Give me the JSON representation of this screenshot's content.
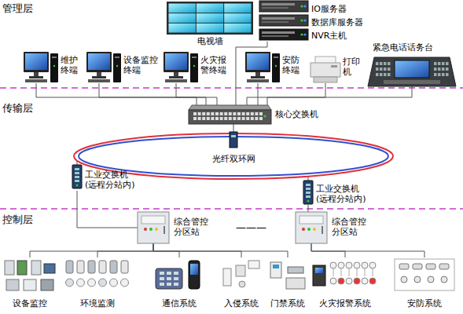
{
  "diagram": {
    "nodes": [
      {
        "text": [
          "电视墙"
        ]
      },
      {
        "text": [
          "IO服务器",
          "数据库服务器",
          "NVR主机"
        ]
      },
      {
        "text": [
          "维护 终端"
        ]
      },
      {
        "text": [
          "设备监控 终端"
        ]
      },
      {
        "text": [
          "火灾报 警终端"
        ]
      },
      {
        "text": [
          "安防 终端"
        ]
      },
      {
        "text": [
          "打印 机"
        ]
      },
      {
        "text": [
          "紧急电话话务台"
        ]
      },
      {
        "text": [
          "核心交换机"
        ]
      },
      {
        "text": [
          "光纤双环网"
        ]
      },
      {
        "text": [
          "工业交换机 (远程分站内)"
        ]
      },
      {
        "text": [
          "工业交换机 (远程分站内)"
        ]
      },
      {
        "text": [
          "综合管控 分区站"
        ]
      },
      {
        "text": [
          "综合管控 分区站"
        ]
      },
      {
        "text": [
          "设备监控"
        ]
      },
      {
        "text": [
          "环境监测"
        ]
      },
      {
        "text": [
          "通信系统"
        ]
      },
      {
        "text": [
          "入侵系统"
        ]
      },
      {
        "text": [
          "门禁系统"
        ]
      },
      {
        "text": [
          "火灾报警系统"
        ]
      },
      {
        "text": [
          "安防系统"
        ]
      }
    ],
    "edges": [
      {
        "from": 1,
        "to": 8,
        "arrow": "none"
      },
      {
        "from": 2,
        "to": 8,
        "arrow": "none"
      },
      {
        "from": 3,
        "to": 8,
        "arrow": "none"
      },
      {
        "from": 4,
        "to": 8,
        "arrow": "none"
      },
      {
        "from": 5,
        "to": 8,
        "arrow": "none"
      },
      {
        "from": 6,
        "to": 8,
        "arrow": "none"
      },
      {
        "from": 7,
        "to": 8,
        "arrow": "none"
      },
      {
        "from": 8,
        "to": 9,
        "arrow": "none"
      },
      {
        "from": 9,
        "to": 10,
        "arrow": "none"
      },
      {
        "from": 9,
        "to": 11,
        "arrow": "none"
      },
      {
        "from": 10,
        "to": 12,
        "arrow": "none"
      },
      {
        "from": 11,
        "to": 13,
        "arrow": "none"
      },
      {
        "from": 12,
        "to": 14,
        "arrow": "none"
      },
      {
        "from": 12,
        "to": 15,
        "arrow": "none"
      },
      {
        "from": 12,
        "to": 16,
        "arrow": "none"
      },
      {
        "from": 12,
        "to": 17,
        "arrow": "none"
      },
      {
        "from": 12,
        "to": 18,
        "arrow": "none"
      },
      {
        "from": 13,
        "to": 19,
        "arrow": "none"
      },
      {
        "from": 13,
        "to": 20,
        "arrow": "none"
      }
    ],
    "labels": [
      "管理层",
      "传输层",
      "控制层",
      "———"
    ]
  }
}
